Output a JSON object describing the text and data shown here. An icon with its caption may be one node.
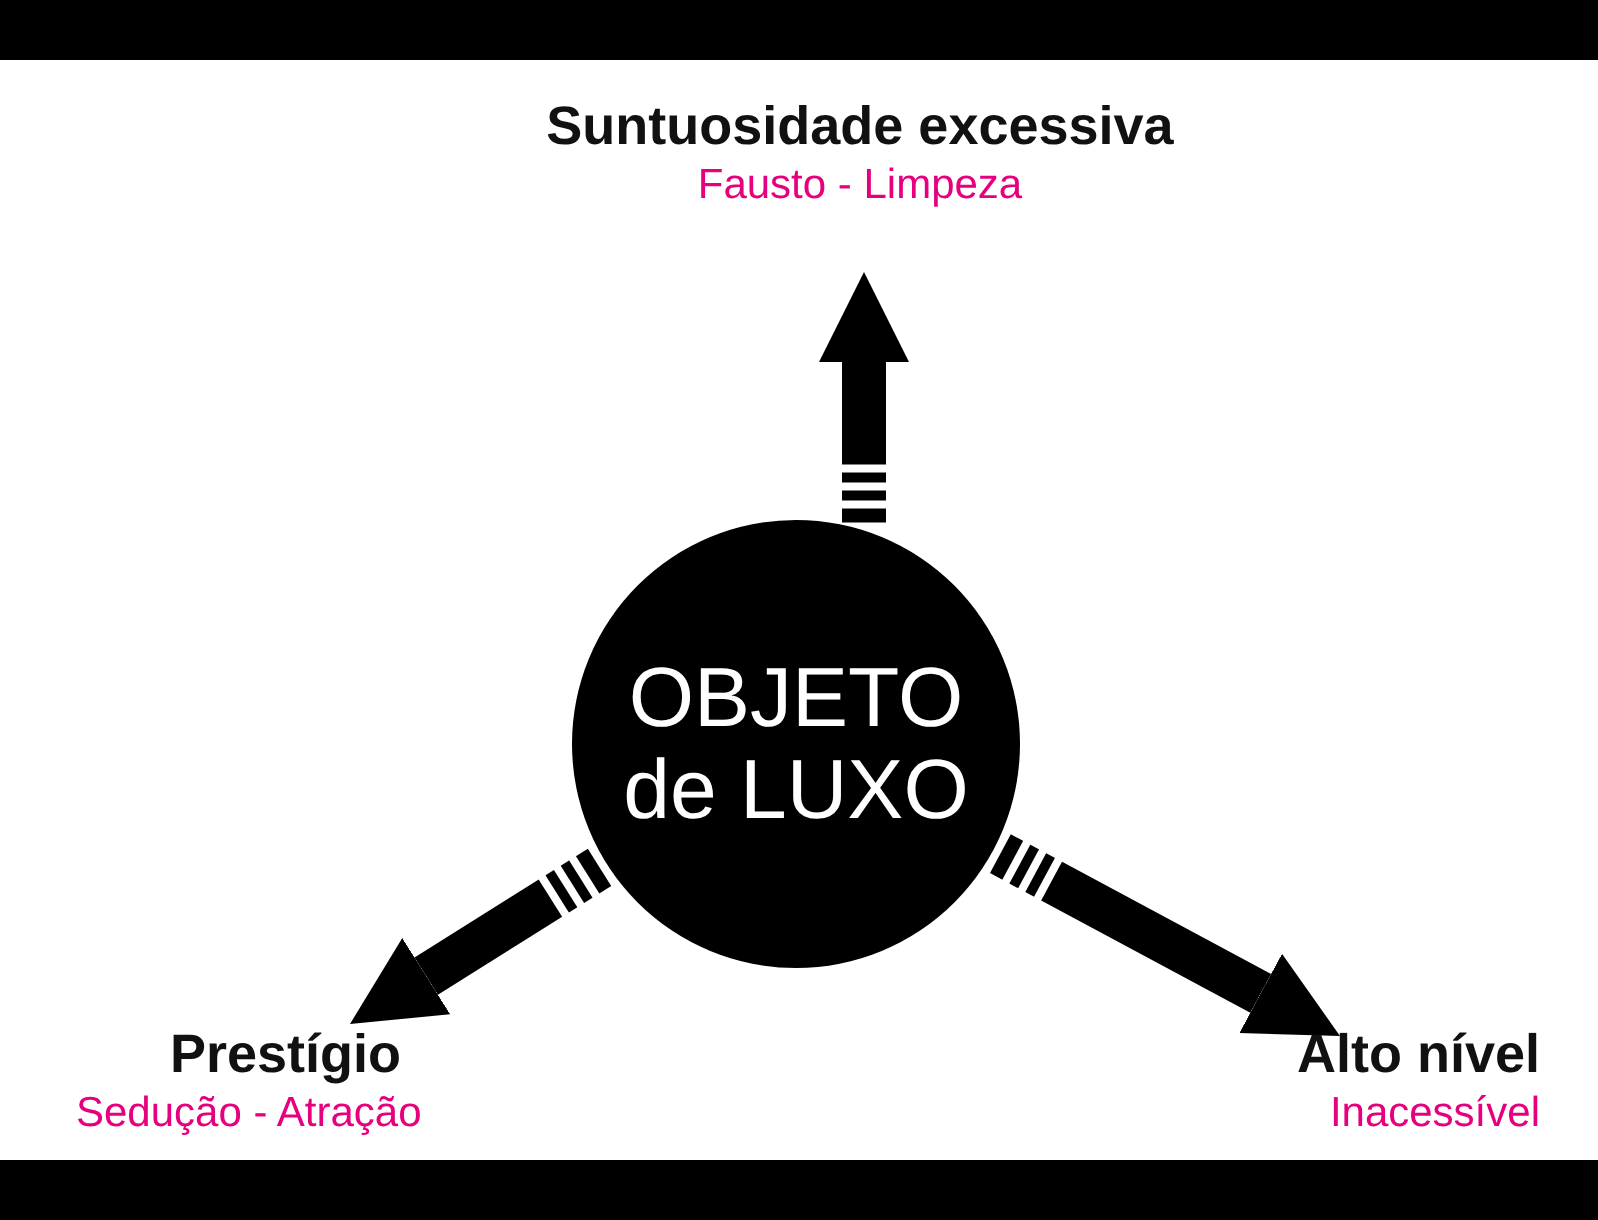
{
  "diagram": {
    "nodes": [
      {
        "text": [
          "OBJETO de LUXO"
        ]
      },
      {
        "text": [
          "Suntuosidade excessiva",
          "Fausto - Limpeza"
        ]
      },
      {
        "text": [
          "Prestígio",
          "Sedução - Atração"
        ]
      },
      {
        "text": [
          "Alto nível",
          "Inacessível"
        ]
      }
    ],
    "edges": [
      {
        "from": 0,
        "to": 1,
        "arrow": "to"
      },
      {
        "from": 0,
        "to": 2,
        "arrow": "to"
      },
      {
        "from": 0,
        "to": 3,
        "arrow": "to"
      }
    ]
  }
}
